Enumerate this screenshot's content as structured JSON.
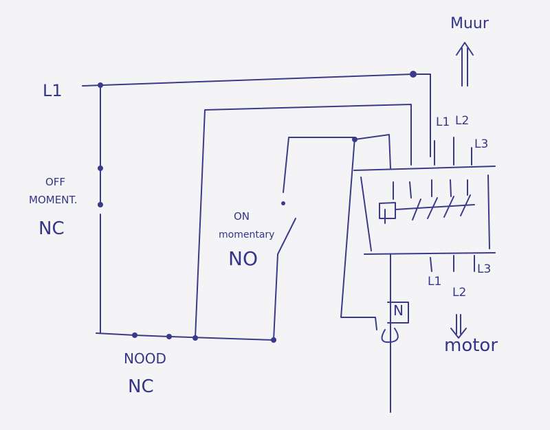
{
  "labels": {
    "wall": "Muur",
    "supply_l1": "L1",
    "off_switch": {
      "line1": "OFF",
      "line2": "MOMENT.",
      "line3": "NC"
    },
    "on_switch": {
      "line1": "ON",
      "line2": "momentary",
      "line3": "NO"
    },
    "emergency_switch": {
      "line1": "NOOD",
      "line2": "NC"
    },
    "contactor_in": {
      "l1": "L1",
      "l2": "L2",
      "l3": "L3"
    },
    "contactor_out": {
      "l1": "L1",
      "l2": "L2",
      "l3": "L3"
    },
    "neutral": "N",
    "motor": "motor",
    "up_arrow": "⇧",
    "down_arrow": "⇩"
  }
}
